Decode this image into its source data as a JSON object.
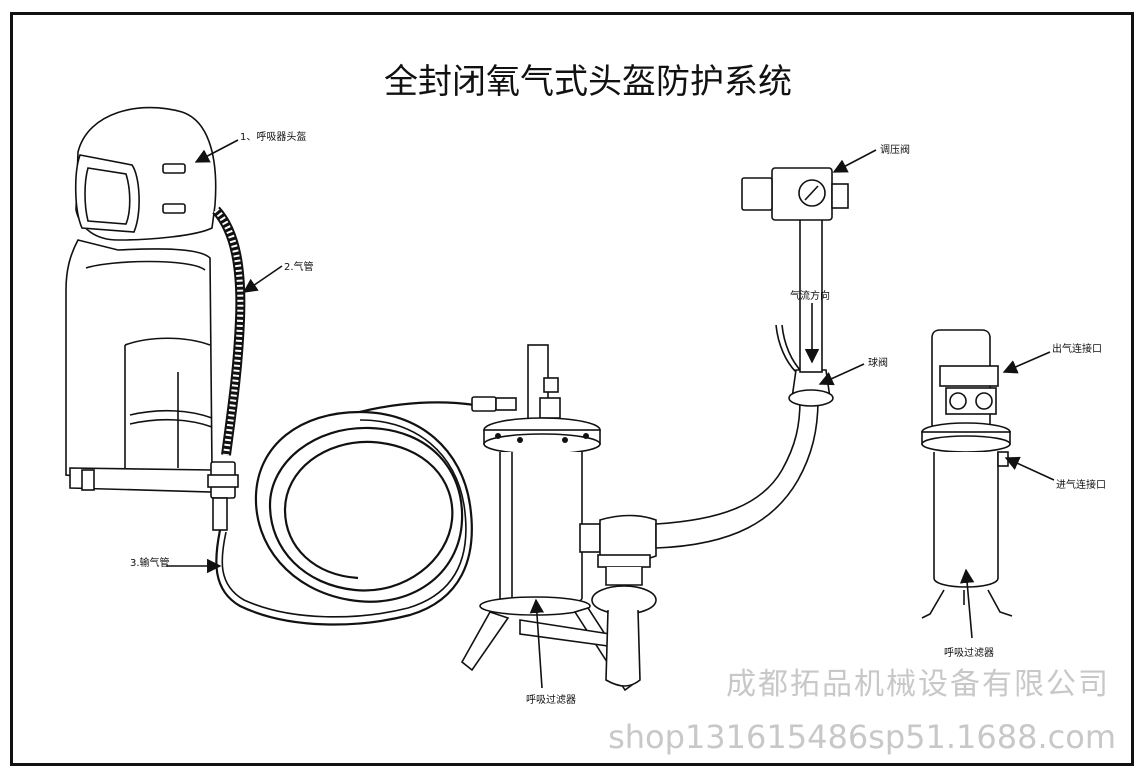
{
  "title": "全封闭氧气式头盔防护系统",
  "labels": {
    "helmet": "1、呼吸器头盔",
    "air_tube": "2.气管",
    "supply_hose": "3.输气管",
    "pressure_valve": "调压阀",
    "airflow_direction": "气流方向",
    "ball_valve": "球阀",
    "outlet_connector": "出气连接口",
    "inlet_connector": "进气连接口",
    "filter_right": "呼吸过滤器",
    "filter_center": "呼吸过滤器"
  },
  "watermark": {
    "company": "成都拓品机械设备有限公司",
    "shop": "shop1316154​86sp51.1688.com"
  },
  "colors": {
    "line": "#111111",
    "watermark": "#c8c8c8",
    "background": "#ffffff"
  }
}
